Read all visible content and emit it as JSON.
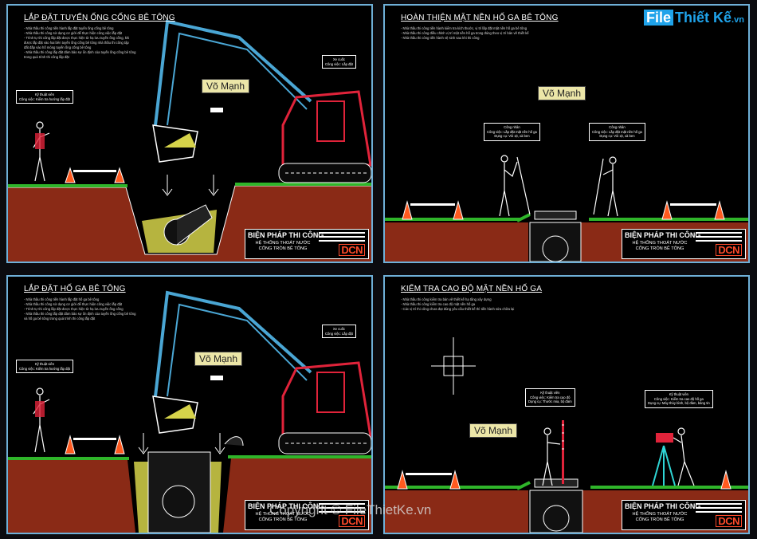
{
  "colors": {
    "frame": "#6fb0d8",
    "excavator_arm": "#4aa6d4",
    "excavator_body": "#e0233a",
    "soil": "#8a2a16",
    "grass": "#2fb52a",
    "gravel": "#d6d34a",
    "brand_blue": "#1fa3ea",
    "logo_red": "#ff4a2a"
  },
  "site_logo": {
    "box": "File",
    "text": "Thiết Kế",
    "domain": ".vn"
  },
  "copyright": "Copyright © FileThietKe.vn",
  "author_tag": "Võ Mạnh",
  "title_block": {
    "title": "BIỆN PHÁP THI CÔNG",
    "subtitle_1": "HỆ THỐNG THOÁT NƯỚC",
    "subtitle_2": "CỐNG TRÒN BÊ TÔNG",
    "logo": "DCN"
  },
  "panels": [
    {
      "title": "LẮP ĐẶT TUYẾN ỐNG CỐNG BÊ TÔNG",
      "notes": [
        "- Nhà thầu thi công tiến hành lắp đặt tuyến ống cống bê tông",
        "- Nhà thầu thi công sử dụng cơ giới để thực hiện công việc lắp đặt",
        "- Trình tự thi công lắp đặt được thực hiện từ hạ lưu tuyến ống cống, khi",
        "  được lắp đặt vào hai bên tuyến ống cống bê tông nhà thầu thi công tập",
        "  đất đắp vào hố móng tuyến ống cống bê tông",
        "- Nhà thầu thi công lắp đặt đảm bảo sự ổn định của tuyến ống cống bê tông",
        "  trong quá trình thi công lắp đặt"
      ],
      "callout_left": [
        "Kỹ thuật viên",
        "Công việc: Kiểm tra hướng lắp đặt"
      ],
      "callout_right": [
        "Xe cuốc",
        "Công việc: Lắp đặt"
      ]
    },
    {
      "title": "HOÀN THIỆN MẶT NỀN HỐ GA BÊ TÔNG",
      "notes": [
        "- Nhà thầu thi công tiến hành kiểm tra kích thước, vị trí lắp đặt mặt nền hố ga bê tông",
        "- Nhà thầu thi công điều chỉnh vị trí mặt nền hố ga trong đúng theo vị trí bản vẽ thiết kế",
        "- Nhà thầu thi công tiến hành vệ sinh sau khi thi công"
      ],
      "callout_left": [
        "Công nhân",
        "Công việc: Lắp đặt mặt nền hố ga",
        "Dụng cụ: Vòi xịt, xà ben"
      ],
      "callout_right": [
        "Công nhân",
        "Công việc: Lắp đặt mặt nền hố ga",
        "Dụng cụ: Vòi xịt, xà ben"
      ]
    },
    {
      "title": "LẮP ĐẶT HỐ GA BÊ TÔNG",
      "notes": [
        "- Nhà thầu thi công tiến hành lắp đặt hố ga bê tông",
        "- Nhà thầu thi công sử dụng cơ giới để thực hiện công việc lắp đặt",
        "- Trình tự thi công lắp đặt được thực hiện từ hạ lưu tuyến ống cống",
        "- Nhà thầu thi công lắp đặt đảm bảo sự ổn định của tuyến ống cống bê tông",
        "  và hố ga bê tông trong quá trình thi công lắp đặt"
      ],
      "callout_left": [
        "Kỹ thuật viên",
        "Công việc: Kiểm tra hướng lắp đặt"
      ],
      "callout_right": [
        "Xe cuốc",
        "Công việc: Lắp đặt"
      ]
    },
    {
      "title": "KIỂM TRA CAO ĐỘ MẶT NỀN HỐ GA",
      "notes": [
        "- Nhà thầu thi công kiểm tra bản vẽ thiết kế hạ tầng xây dựng",
        "- Nhà thầu thi công kiểm tra cao độ mặt nền hố ga",
        "- Các vị trí thi công chưa đạt đúng yêu cầu thiết kế thì tiến hành sửa chữa lại"
      ],
      "callout_left": [
        "Kỹ thuật viên",
        "Công việc: Kiểm tra cao độ",
        "Dụng cụ: Thước mia, bộ đàm"
      ],
      "callout_right": [
        "Kỹ thuật viên",
        "Công việc: Kiểm tra cao độ hố ga",
        "Dụng cụ: Máy thủy bình, bộ đàm, bảng tin"
      ]
    }
  ]
}
